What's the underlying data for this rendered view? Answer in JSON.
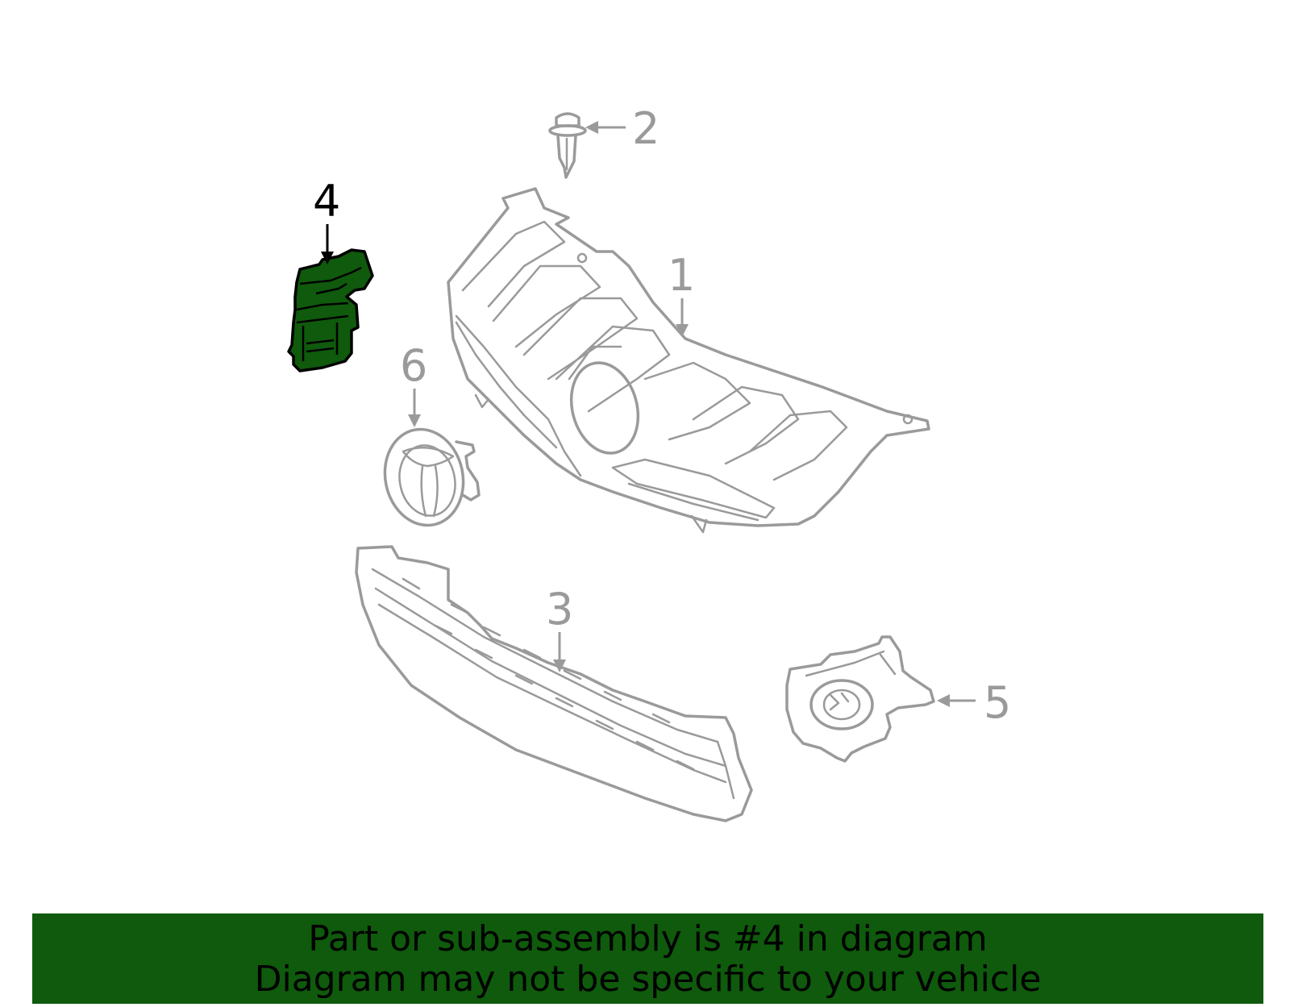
{
  "diagram": {
    "callouts": [
      {
        "id": "1",
        "label": "1"
      },
      {
        "id": "2",
        "label": "2"
      },
      {
        "id": "3",
        "label": "3"
      },
      {
        "id": "4",
        "label": "4"
      },
      {
        "id": "5",
        "label": "5"
      },
      {
        "id": "6",
        "label": "6"
      }
    ],
    "highlighted_part": "4",
    "colors": {
      "highlight_fill": "#0f5a0c",
      "line_art": "#9a9a9a",
      "banner": "#0f5a0c"
    }
  },
  "footer": {
    "line1": "Part or sub-assembly is #4 in diagram",
    "line2": "Diagram may not be specific to your vehicle"
  }
}
